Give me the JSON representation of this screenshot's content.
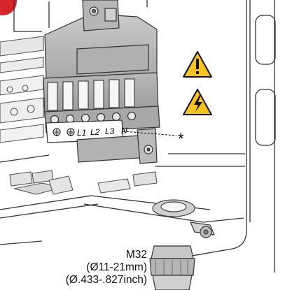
{
  "terminal_labels": [
    "L1",
    "L2",
    "L3",
    "N"
  ],
  "asterisk": "*",
  "gland": {
    "size": "M32",
    "range_mm": "(Ø11-21mm)",
    "range_inch": "(Ø.433-.827inch)"
  },
  "warnings": [
    {
      "icon": "general-warning-icon",
      "glyph": "!"
    },
    {
      "icon": "electrical-hazard-icon",
      "glyph": "⚡"
    }
  ],
  "colors": {
    "warning_yellow": "#f6c323",
    "corner_badge": "#d7262b",
    "housing_gray": "#bdbdbd"
  }
}
